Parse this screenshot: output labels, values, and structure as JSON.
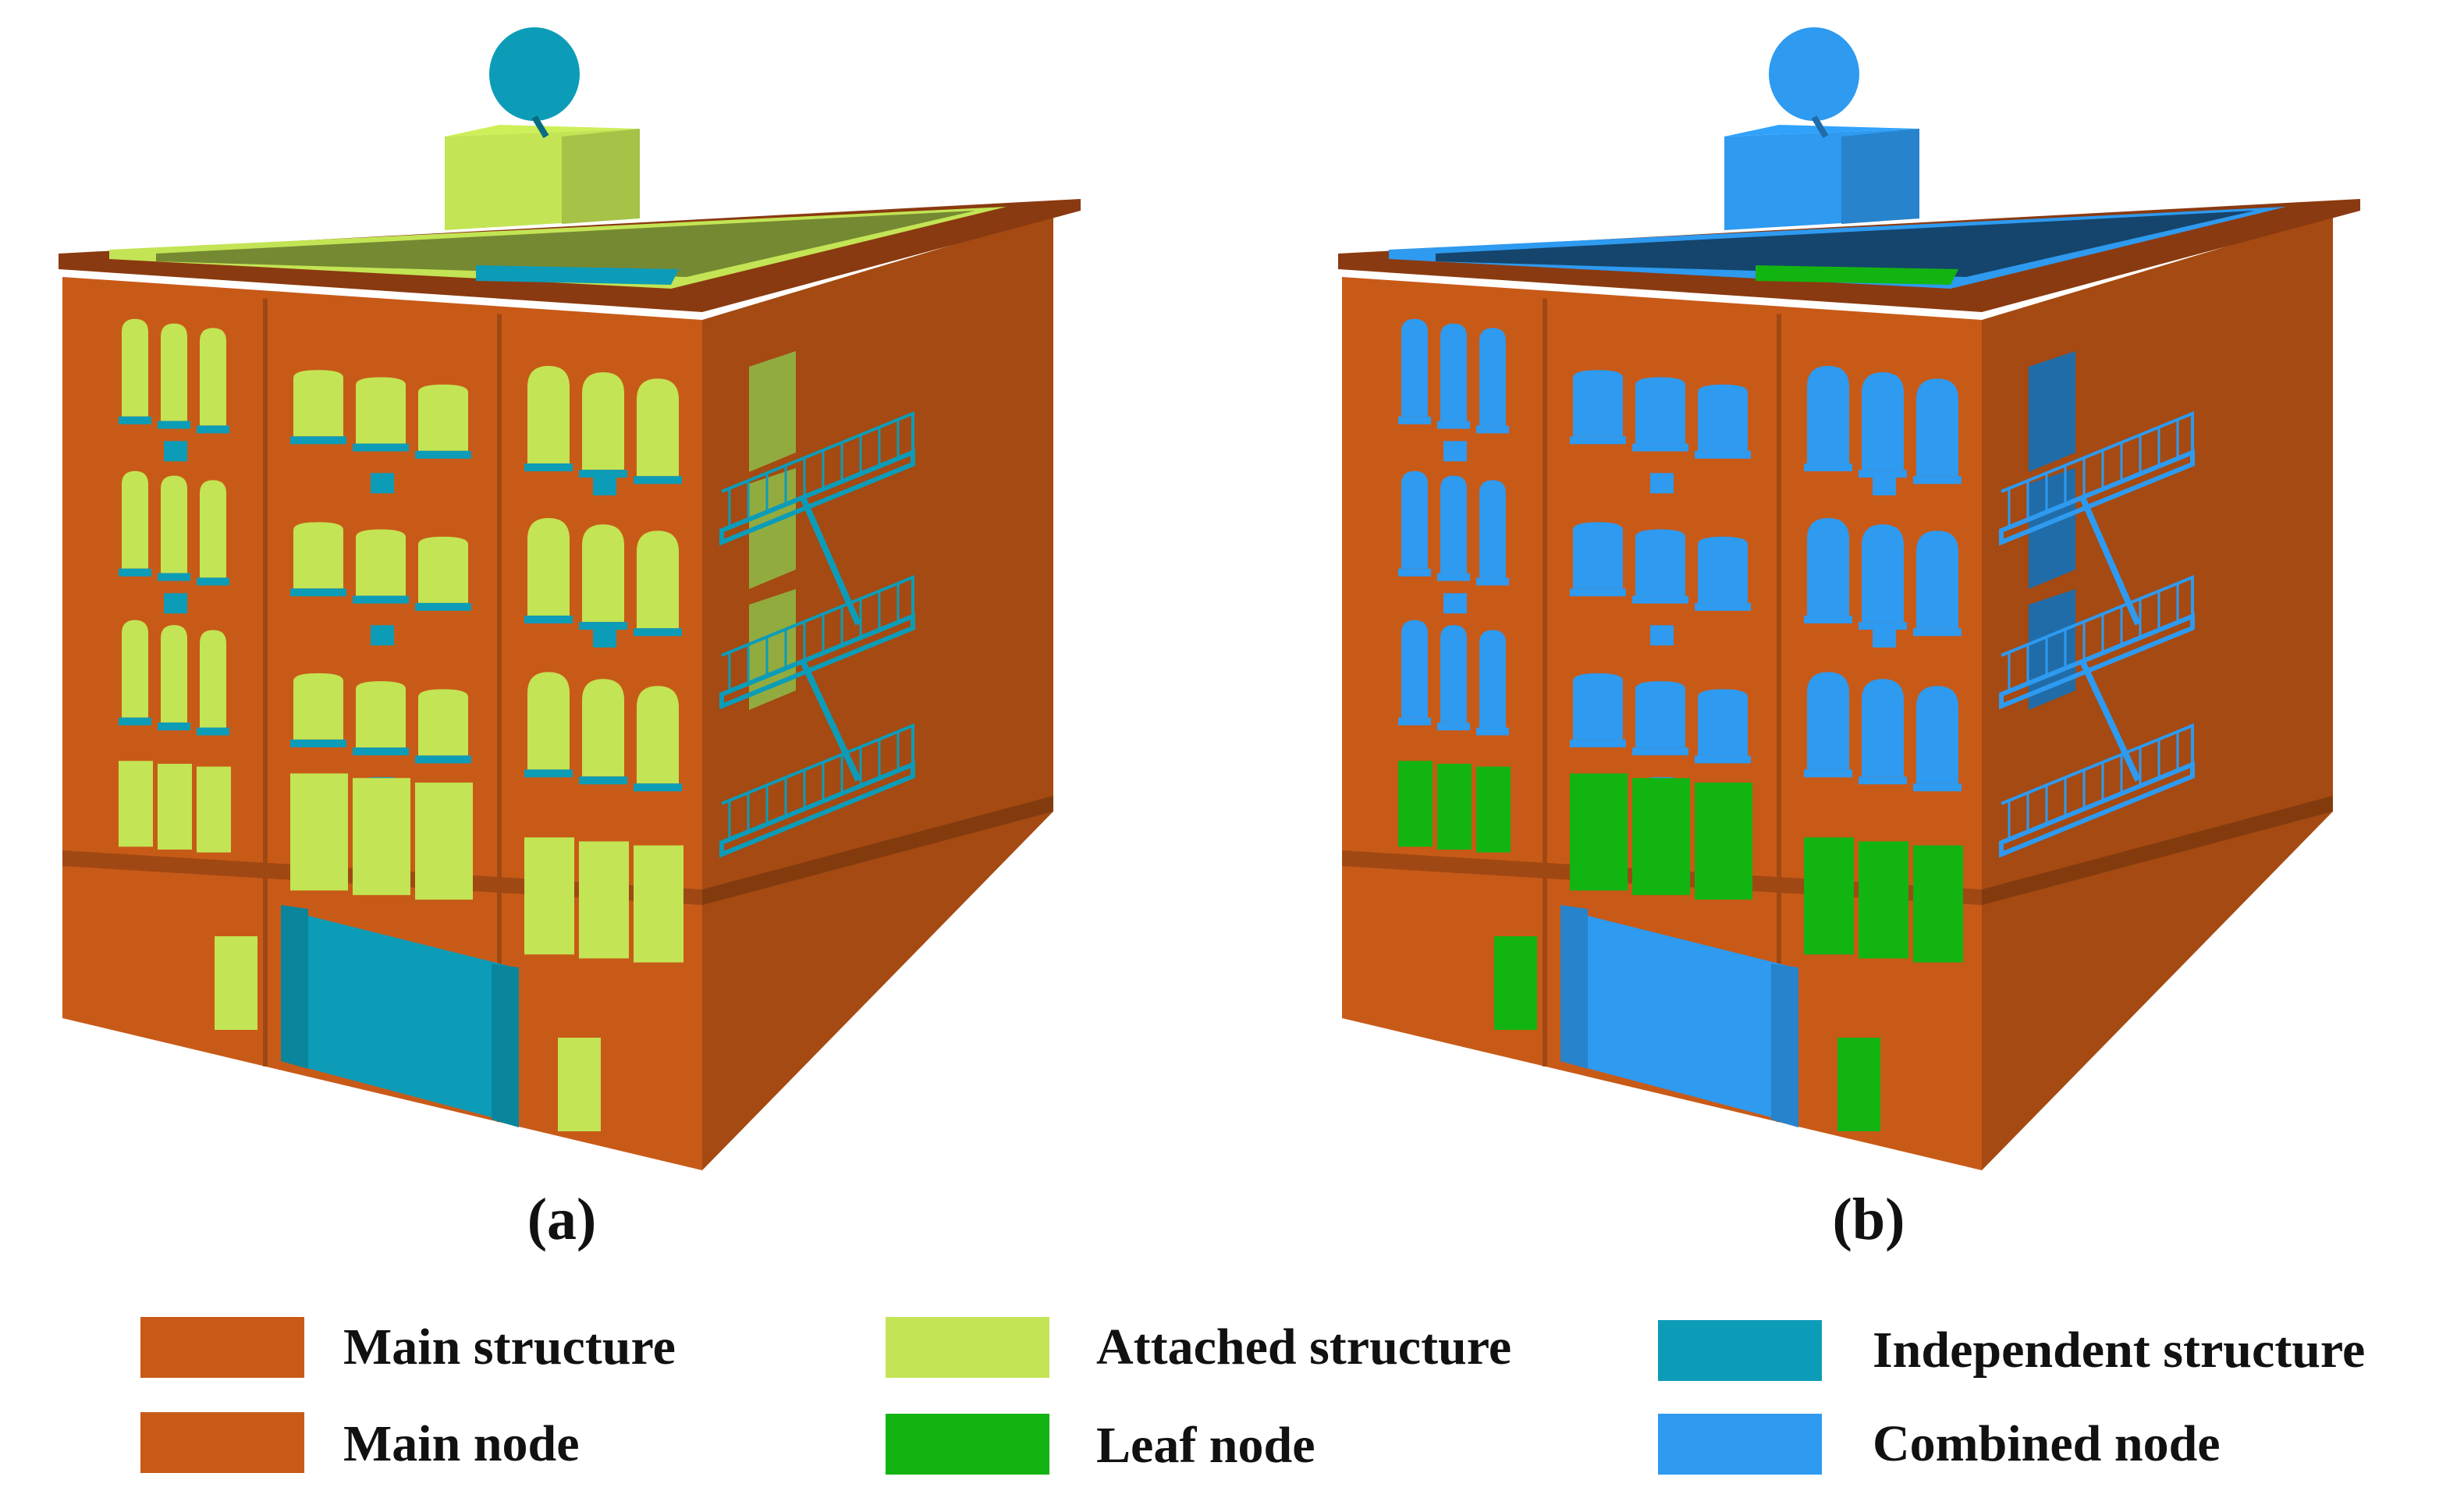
{
  "colors": {
    "main_structure": "#C85A18",
    "main_node": "#C85A18",
    "attached_structure": "#C3E454",
    "leaf_node": "#12B412",
    "independent_structure": "#0C9CB8",
    "combined_node": "#2E9AF0",
    "wall_side": "#A44A12",
    "cornice": "#8A3A10"
  },
  "panels": [
    {
      "id": "a",
      "caption": "(a)"
    },
    {
      "id": "b",
      "caption": "(b)"
    }
  ],
  "legend": [
    {
      "label": "Main structure",
      "color": "#C85A18"
    },
    {
      "label": "Attached structure",
      "color": "#C3E454"
    },
    {
      "label": "Independent structure",
      "color": "#0C9CB8"
    },
    {
      "label": "Main node",
      "color": "#C85A18"
    },
    {
      "label": "Leaf node",
      "color": "#12B412"
    },
    {
      "label": "Combined node",
      "color": "#2E9AF0"
    }
  ]
}
